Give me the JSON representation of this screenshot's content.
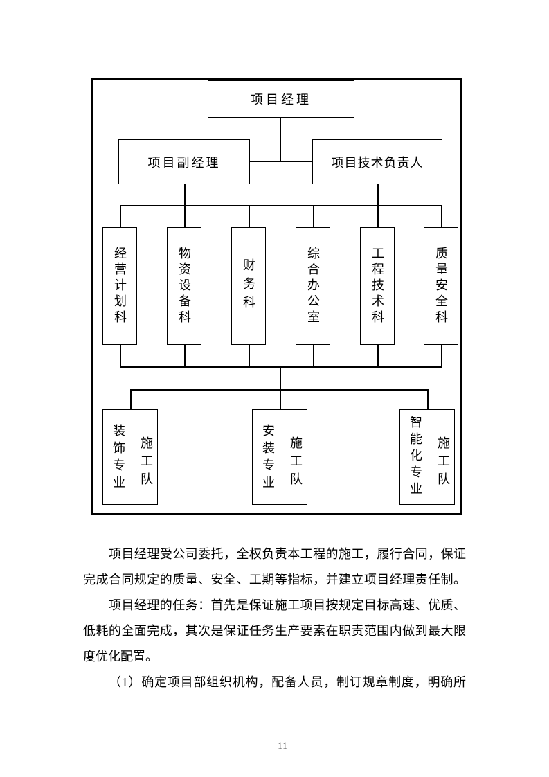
{
  "org_chart": {
    "root": "项目经理",
    "deputy": "项目副经理",
    "tech_lead": "项目技术负责人",
    "departments": [
      "经营计划科",
      "物资设备科",
      "财务科",
      "综合办公室",
      "工程技术科",
      "质量安全科"
    ],
    "teams": [
      {
        "specialty": "装饰专业",
        "unit": "施工队"
      },
      {
        "specialty": "安装专业",
        "unit": "施工队"
      },
      {
        "specialty": "智能化专业",
        "unit": "施工队"
      }
    ]
  },
  "body": {
    "lines": [
      "项目经理受公司委托，全权负责本工程的施工，履行合同，保证",
      "完成合同规定的质量、安全、工期等指标，并建立项目经理责任制。",
      "项目经理的任务：首先是保证施工项目按规定目标高速、优质、",
      "低耗的全面完成，其次是保证任务生产要素在职责范围内做到最大限",
      "度优化配置。",
      "（1）确定项目部组织机构，配备人员，制订规章制度，明确所"
    ]
  },
  "page": {
    "number": "11"
  }
}
